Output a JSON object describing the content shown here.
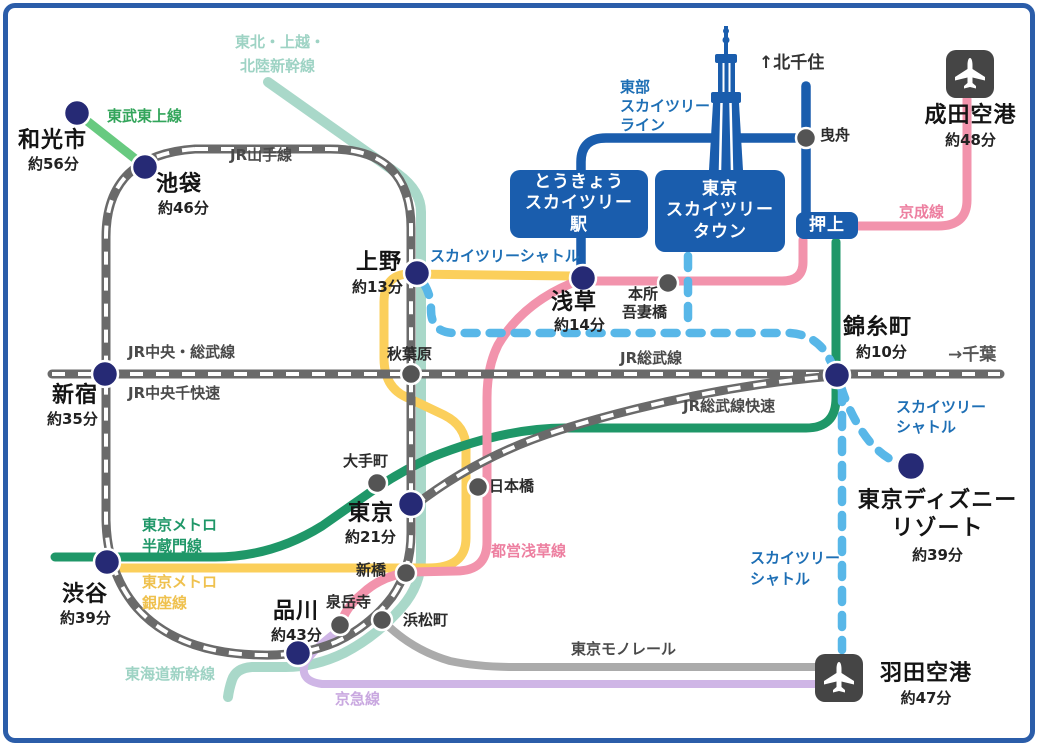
{
  "colors": {
    "border_blue": "#2B5DA9",
    "tobu_blue": "#1A5DAD",
    "shuttle_blue": "#58B7E8",
    "label_blue": "#1E6FB5",
    "pink": "#F293AC",
    "yellow": "#FBCF5B",
    "green": "#1F9768",
    "light_green": "#68CA80",
    "teal": "#A9D8C9",
    "purple": "#CFB6E6",
    "jr_gray": "#6A6A6A",
    "monorail_gray": "#ABABAB",
    "dot_navy": "#262A75",
    "dot_gray": "#545454",
    "airport_gray": "#454545"
  },
  "stations": {
    "wakoshi": {
      "name": "和光市",
      "time": "約56分"
    },
    "ikebukuro": {
      "name": "池袋",
      "time": "約46分"
    },
    "shinjuku": {
      "name": "新宿",
      "time": "約35分"
    },
    "shibuya": {
      "name": "渋谷",
      "time": "約39分"
    },
    "shinagawa": {
      "name": "品川",
      "time": "約43分"
    },
    "tokyo": {
      "name": "東京",
      "time": "約21分"
    },
    "ueno": {
      "name": "上野",
      "time": "約13分"
    },
    "asakusa": {
      "name": "浅草",
      "time": "約14分"
    },
    "kinshicho": {
      "name": "錦糸町",
      "time": "約10分"
    },
    "narita": {
      "name": "成田空港",
      "time": "約48分"
    },
    "haneda": {
      "name": "羽田空港",
      "time": "約47分"
    },
    "disney": {
      "name1": "東京ディズニー",
      "name2": "リゾート",
      "time": "約39分"
    }
  },
  "stops": {
    "akihabara": "秋葉原",
    "otemachi": "大手町",
    "nihombashi": "日本橋",
    "shimbashi": "新橋",
    "sengakuji": "泉岳寺",
    "hamamatsucho": "浜松町",
    "honjo1": "本所",
    "honjo2": "吾妻橋",
    "hikifune": "曳舟"
  },
  "boxes": {
    "skytree_station": [
      "とうきょう",
      "スカイツリー",
      "駅"
    ],
    "skytree_town": [
      "東京",
      "スカイツリー",
      "タウン"
    ],
    "oshiage": "押上"
  },
  "labels": {
    "tobu_tojo": "東武東上線",
    "shinkansen1": "東北・上越・",
    "shinkansen2": "北陸新幹線",
    "yamanote": "JR山手線",
    "tobu_sky1": "東部",
    "tobu_sky2": "スカイツリー",
    "tobu_sky3": "ライン",
    "kitasenju": "↑北千住",
    "keisei": "京成線",
    "shuttle_ueno": "スカイツリーシャトル",
    "chuo_sobu": "JR中央・総武線",
    "chuo_rapid": "JR中央千快速",
    "sobu": "JR総武線",
    "chiba": "→千葉",
    "sobu_rapid": "JR総武線快速",
    "shuttle1": "スカイツリー",
    "shuttle2": "シャトル",
    "hanzomon1": "東京メトロ",
    "hanzomon2": "半蔵門線",
    "ginza1": "東京メトロ",
    "ginza2": "銀座線",
    "toei_asakusa": "都営浅草線",
    "tokaido": "東海道新幹線",
    "keikyu": "京急線",
    "monorail": "東京モノレール"
  }
}
